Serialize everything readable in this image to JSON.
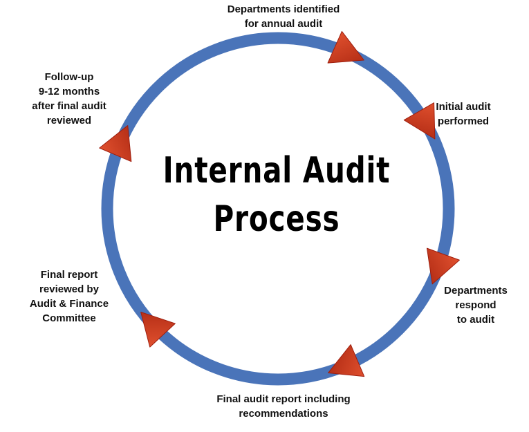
{
  "title": {
    "line1": "Internal Audit",
    "line2": "Process"
  },
  "steps": [
    {
      "lines": [
        "Departments identified",
        "for annual audit"
      ]
    },
    {
      "lines": [
        "Initial audit",
        "performed"
      ]
    },
    {
      "lines": [
        "Departments",
        "respond",
        "to audit"
      ]
    },
    {
      "lines": [
        "Final audit report including",
        "recommendations"
      ]
    },
    {
      "lines": [
        "Final report",
        "reviewed by",
        "Audit & Finance",
        "Committee"
      ]
    },
    {
      "lines": [
        "Follow-up",
        "9-12 months",
        "after final audit",
        "reviewed"
      ]
    }
  ],
  "colors": {
    "ring": "#4A74B9",
    "arrow_fill": "#C8341C",
    "arrow_edge": "#9E1E0E",
    "text": "#111111"
  },
  "icons": {
    "arrow": "triangle-arrow-icon"
  }
}
